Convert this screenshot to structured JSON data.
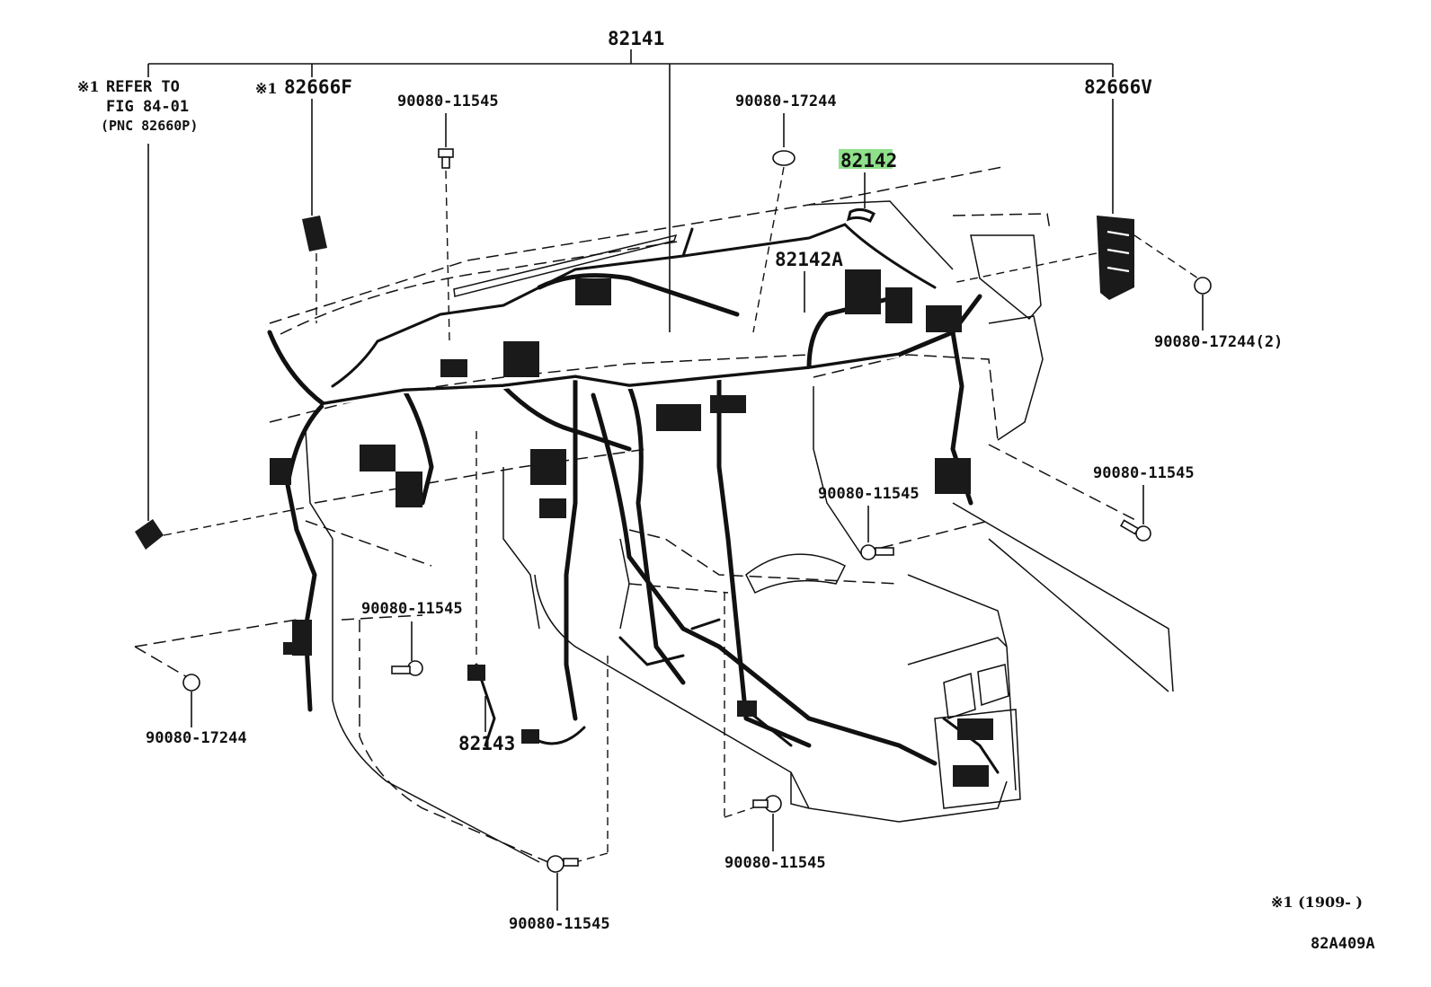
{
  "diagram": {
    "main_part": "82141",
    "labels": {
      "p82666f": "82666F",
      "p82666v": "82666V",
      "p82142": "82142",
      "p82142a": "82142A",
      "p82143": "82143",
      "bolt_tl": "90080-11545",
      "clip_tc": "90080-17244",
      "clip_r": "90080-17244(2)",
      "bolt_r": "90080-11545",
      "bolt_c": "90080-11545",
      "bolt_l": "90080-11545",
      "clip_l": "90080-17244",
      "bolt_bc": "90080-11545",
      "bolt_b": "90080-11545"
    },
    "refer": {
      "line1": "REFER TO",
      "line2": "FIG 84-01",
      "line3": "(PNC 82660P)"
    },
    "note_marker": "※1",
    "footnote": "※1 (1909-     )",
    "figure_code": "82A409A",
    "highlight_color": "#8fe08a"
  }
}
